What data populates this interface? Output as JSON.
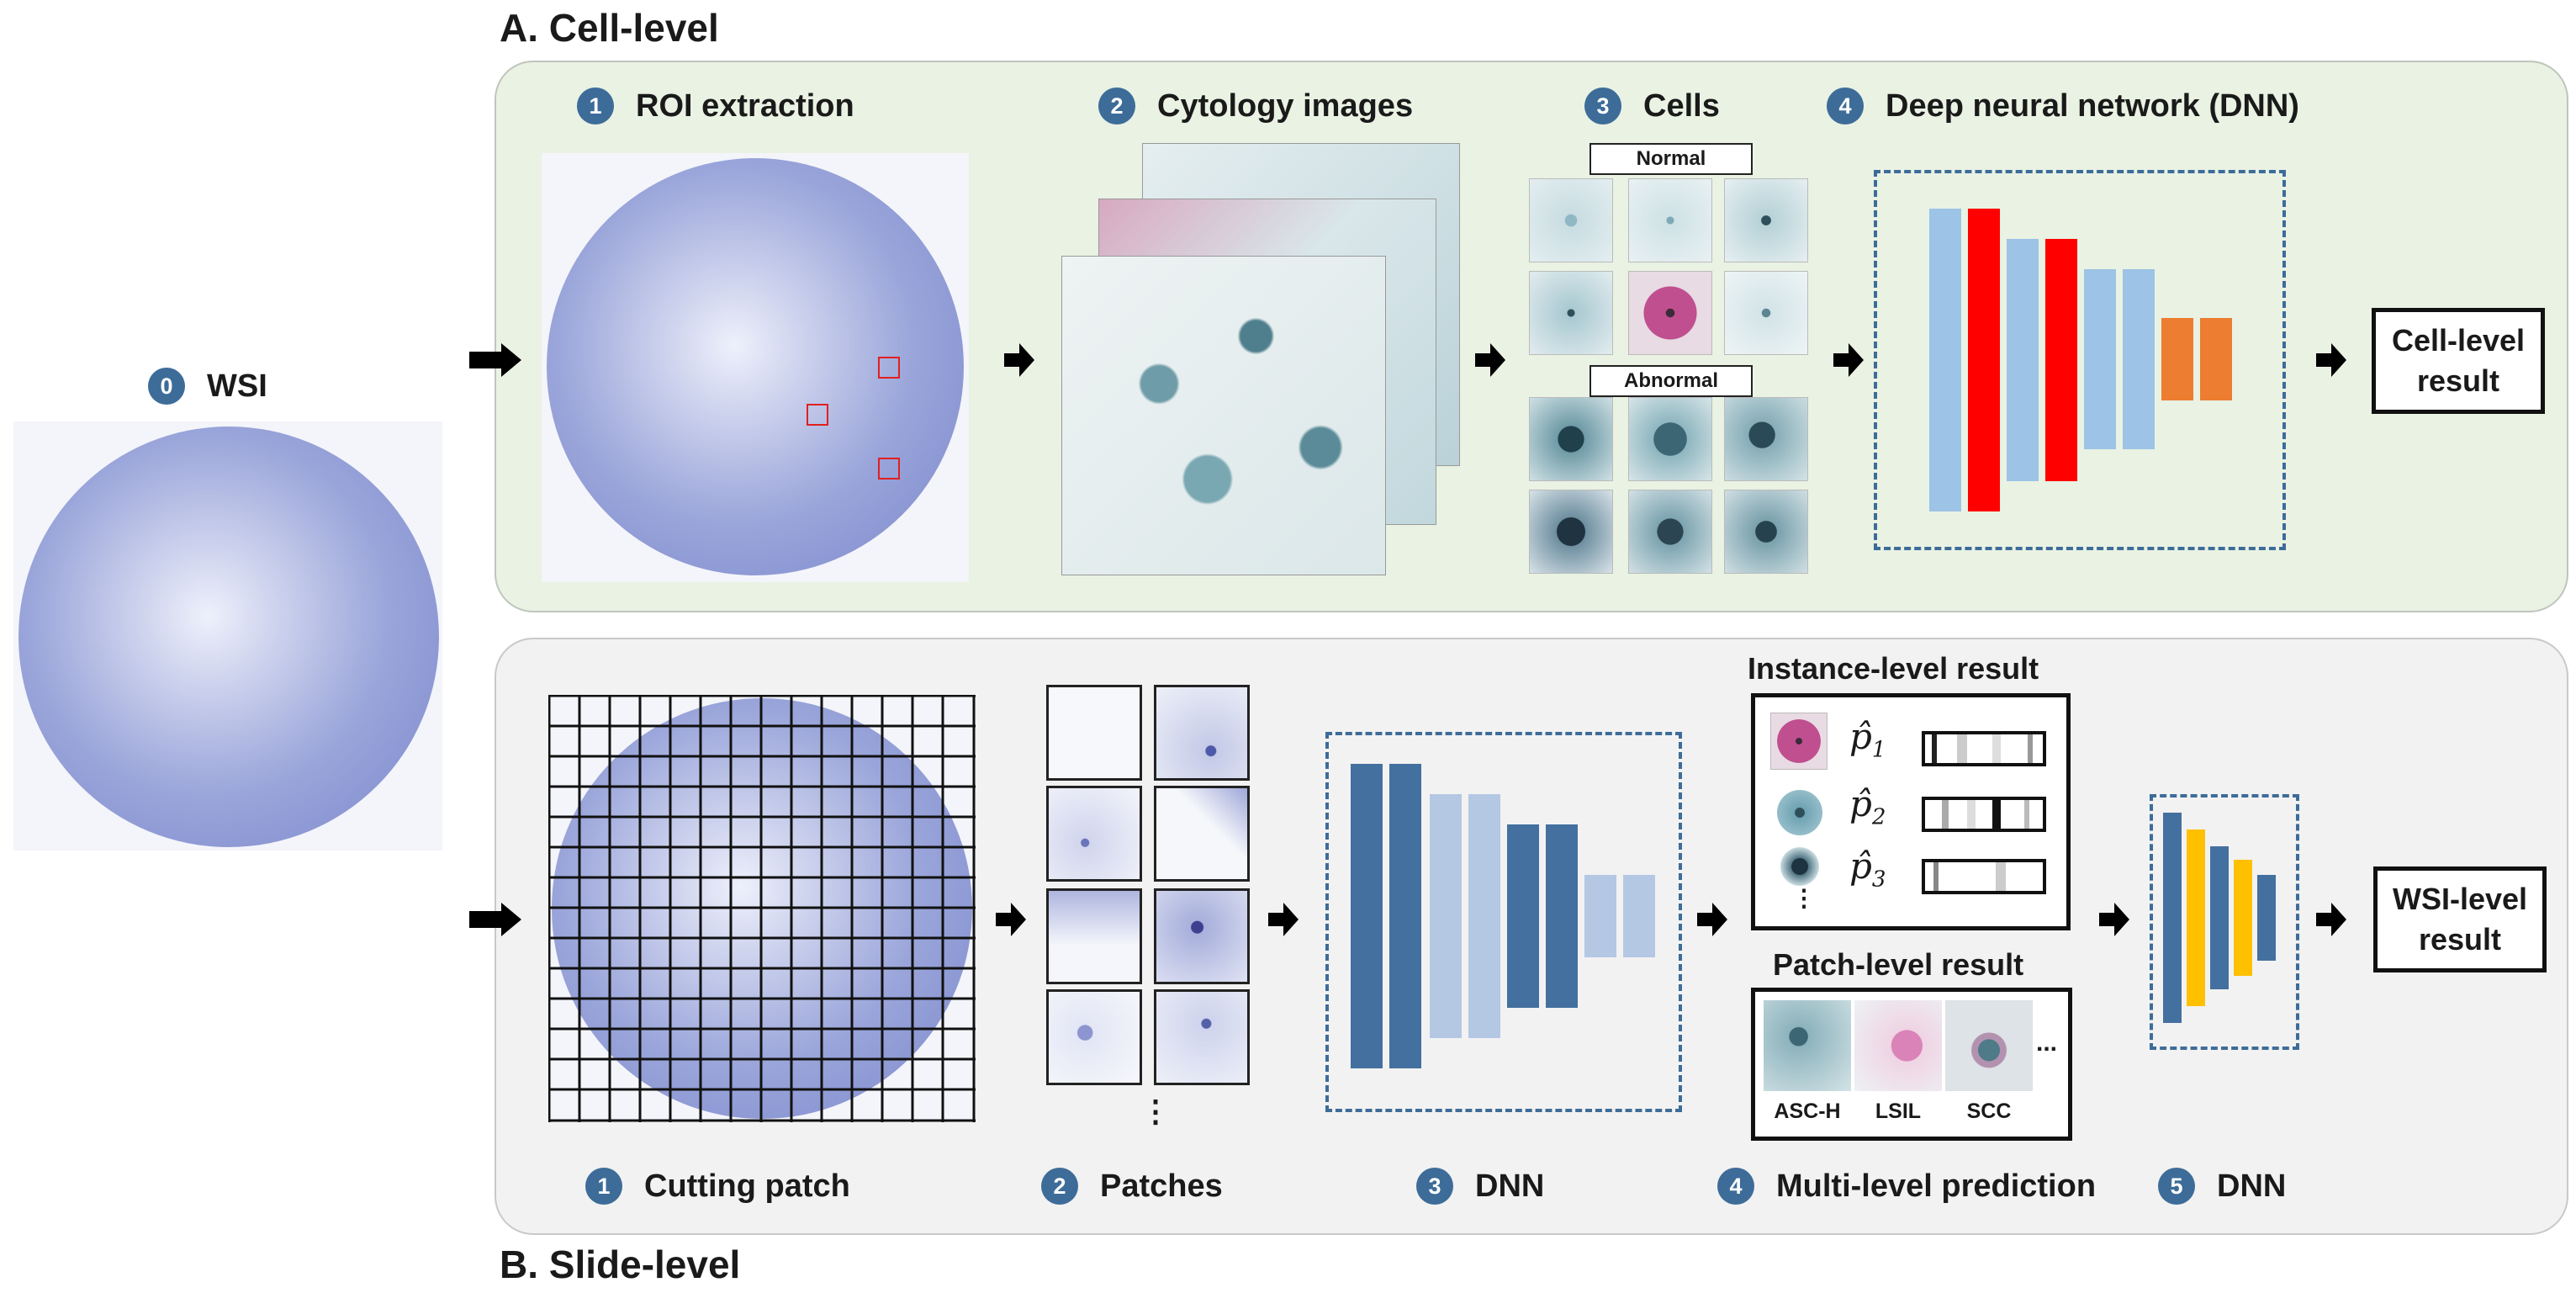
{
  "section_a_title": "A. Cell-level",
  "section_b_title": "B. Slide-level",
  "wsi": {
    "num": "0",
    "label": "WSI"
  },
  "cell_level": {
    "steps": [
      {
        "num": "1",
        "label": "ROI extraction"
      },
      {
        "num": "2",
        "label": "Cytology images"
      },
      {
        "num": "3",
        "label": "Cells"
      },
      {
        "num": "4",
        "label": "Deep neural network (DNN)"
      }
    ],
    "normal_tag": "Normal",
    "abnormal_tag": "Abnormal",
    "result": {
      "line1": "Cell-level",
      "line2": "result"
    },
    "colors": {
      "light_bar": "#9dc3e6",
      "red_bar": "#ff0000",
      "orange_bar": "#ed7d31",
      "dash": "#3d6c99"
    }
  },
  "slide_level": {
    "steps": [
      {
        "num": "1",
        "label": "Cutting patch"
      },
      {
        "num": "2",
        "label": "Patches"
      },
      {
        "num": "3",
        "label": "DNN"
      },
      {
        "num": "4",
        "label": "Multi-level prediction"
      },
      {
        "num": "5",
        "label": "DNN"
      }
    ],
    "instance_title": "Instance-level result",
    "instance_rows": [
      {
        "symbol": "p̂",
        "sub": "1"
      },
      {
        "symbol": "p̂",
        "sub": "2"
      },
      {
        "symbol": "p̂",
        "sub": "3"
      }
    ],
    "patch_title": "Patch-level result",
    "patch_labels": [
      "ASC-H",
      "LSIL",
      "SCC"
    ],
    "ellipsis": "...",
    "vertical_ellipsis": "⋮",
    "result": {
      "line1": "WSI-level",
      "line2": "result"
    },
    "colors": {
      "dark_bar": "#43709f",
      "light_bar": "#b4c8e4",
      "yellow_bar": "#ffc000"
    }
  }
}
